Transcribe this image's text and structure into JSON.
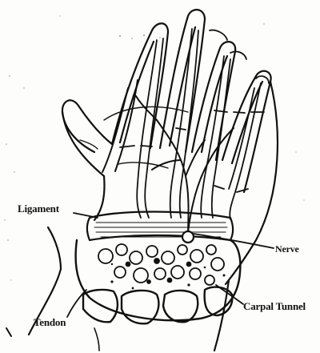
{
  "figure": {
    "labels": {
      "ligament": "Ligament",
      "nerve": "Nerve",
      "carpal_tunnel": "Carpal Tunnel",
      "tendon": "Tendon"
    },
    "colors": {
      "ink": "#111111",
      "paper": "#fdfdfb"
    }
  }
}
